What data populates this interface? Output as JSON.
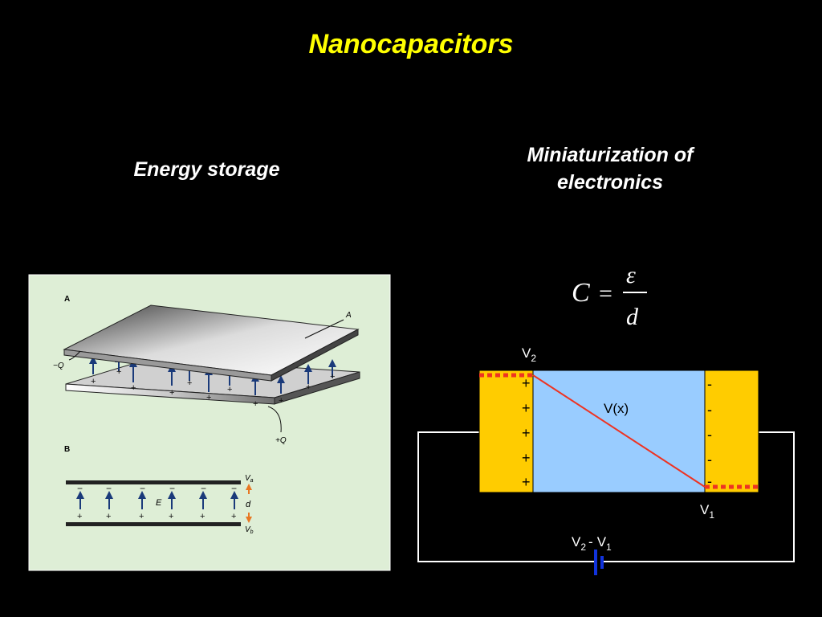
{
  "slide": {
    "title": "Nanocapacitors",
    "left_heading": "Energy storage",
    "right_heading": "Miniaturization of electronics"
  },
  "figure": {
    "panel_a_label": "A",
    "panel_b_label": "B",
    "area_label": "A",
    "neg_charge_label": "−Q",
    "pos_charge_label": "+Q",
    "field_label": "E",
    "va_label": "V",
    "va_sub": "a",
    "d_label": "d",
    "vb_label": "V",
    "vb_sub": "b",
    "plus_sign": "+",
    "minus_sign": "−"
  },
  "formula": {
    "lhs": "C",
    "equals": "=",
    "numerator": "ε",
    "denominator": "d"
  },
  "circuit": {
    "v2_main": "V",
    "v2_sub": "2",
    "v1_main": "V",
    "v1_sub": "1",
    "vx_label": "V(x)",
    "battery_v2": "V",
    "battery_v2_sub": "2",
    "battery_minus": "-",
    "battery_v1": "V",
    "battery_v1_sub": "1",
    "plus_sign": "+",
    "minus_sign": "-"
  },
  "colors": {
    "title": "#ffff00",
    "electrode": "#ffcc00",
    "dielectric": "#99ccff",
    "boundary_dots": "#ee3322",
    "potential_line": "#ee3322",
    "battery": "#1133dd",
    "figure_background": "#deeed6",
    "field_arrow": "#1a3a7a"
  }
}
